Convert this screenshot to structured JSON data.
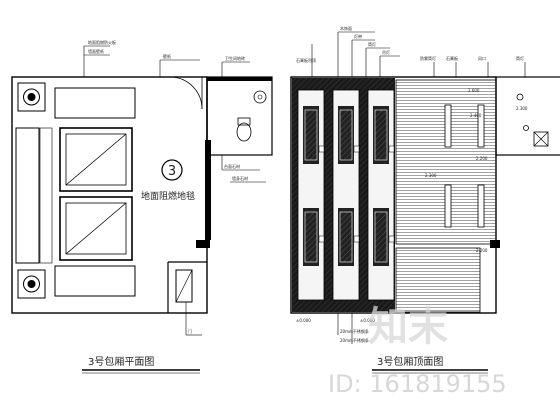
{
  "plan": {
    "room_number": "3",
    "floor_label": "地面阻燃地毯",
    "title": "3号包厢平面图",
    "callouts": [
      "地面阻燃防火板",
      "墙面壁纸",
      "壁纸",
      "卫生间地砖",
      "台面石材",
      "墙身石材",
      "门"
    ]
  },
  "ceiling": {
    "title": "3号包厢顶面图",
    "elevations": [
      "2.600",
      "2.400",
      "2.300",
      "2.200",
      "2.200",
      "2.300"
    ],
    "callouts": [
      "石膏板吊顶",
      "木饰面",
      "灯带",
      "筒灯",
      "吊灯",
      "防雾筒灯",
      "石膏板",
      "风口",
      "筒灯"
    ],
    "dims": [
      "±0.000",
      "±0.000",
      "20mm不锈钢条",
      "20mm不锈钢条"
    ]
  },
  "watermark": {
    "brand": "知末",
    "id_label": "ID: 161819155"
  }
}
